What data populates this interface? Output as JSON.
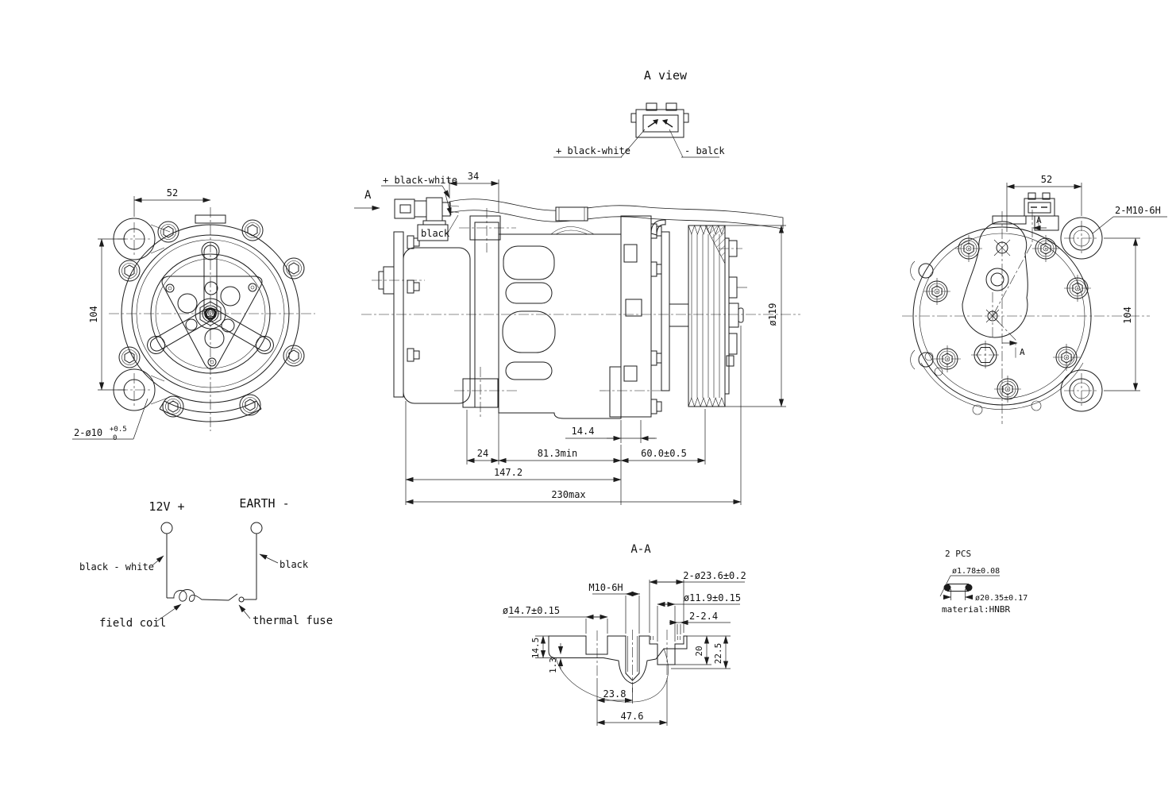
{
  "drawing": {
    "a_view": {
      "title": "A view",
      "pos_label": "+ black-white",
      "neg_label": "- balck"
    },
    "front_view": {
      "dim_52": "52",
      "dim_104": "104",
      "holes_label": "2-ø10",
      "holes_tol_upper": "+0.5",
      "holes_tol_lower": "0"
    },
    "side_view": {
      "view_arrow": "A",
      "wire_label": "+ black-white",
      "black_label": "black",
      "dim_34": "34",
      "dim_14_4": "14.4",
      "dim_24": "24",
      "dim_81_3": "81.3min",
      "dim_60": "60.0±0.5",
      "dim_147_2": "147.2",
      "dim_230": "230max",
      "dim_dia119": "ø119"
    },
    "rear_view": {
      "dim_52": "52",
      "dim_104": "104",
      "thread_label": "2-M10-6H",
      "section_arrow_top": "A",
      "section_arrow_bottom": "A"
    },
    "wiring": {
      "positive": "12V +",
      "negative": "EARTH -",
      "wire_positive": "black - white",
      "wire_negative": "black",
      "coil": "field coil",
      "fuse": "thermal fuse"
    },
    "section_aa": {
      "title": "A-A",
      "dim_seal_bores": "2-ø23.6±0.2",
      "dim_thread": "M10-6H",
      "dim_port": "ø11.9±0.15",
      "dim_grooves": "2-2.4",
      "dim_suction": "ø14.7±0.15",
      "dim_14_5": "14.5",
      "dim_1_3": "1.3",
      "dim_20": "20",
      "dim_22_5": "22.5",
      "dim_23_8": "23.8",
      "dim_47_6": "47.6"
    },
    "oring": {
      "qty": "2 PCS",
      "dim_cs": "ø1.78±0.08",
      "dim_id": "ø20.35±0.17",
      "material": "material:HNBR"
    }
  }
}
